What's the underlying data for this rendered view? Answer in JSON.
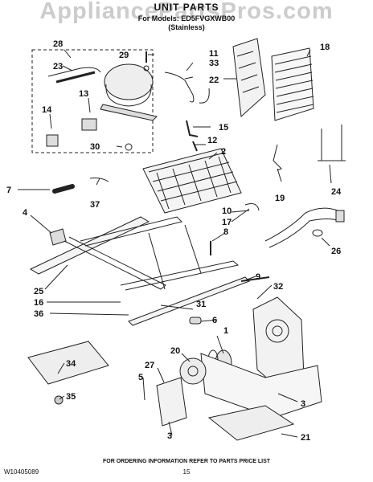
{
  "header": {
    "title": "UNIT PARTS",
    "models": "For Models: ED5FVGXWB00",
    "finish": "(Stainless)"
  },
  "watermark": "AppliancePartsPros.com",
  "footer": {
    "doc_number": "W10405089",
    "notice": "FOR ORDERING INFORMATION REFER TO PARTS PRICE LIST",
    "page": "15"
  },
  "callouts": [
    "28",
    "29",
    "23",
    "13",
    "14",
    "30",
    "11",
    "33",
    "18",
    "22",
    "15",
    "12",
    "2",
    "7",
    "37",
    "4",
    "10",
    "17",
    "8",
    "19",
    "24",
    "26",
    "25",
    "16",
    "31",
    "36",
    "9",
    "32",
    "6",
    "1",
    "20",
    "27",
    "5",
    "34",
    "35",
    "3",
    "3",
    "21"
  ]
}
